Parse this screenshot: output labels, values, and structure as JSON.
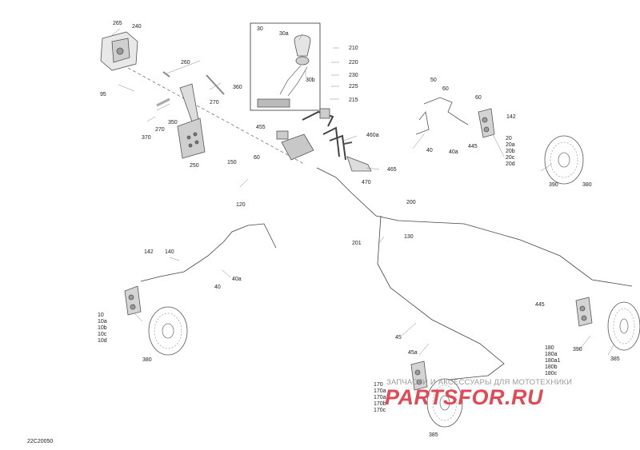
{
  "callouts": [
    {
      "id": "c265",
      "text": "265"
    },
    {
      "id": "c240",
      "text": "240"
    },
    {
      "id": "c95",
      "text": "95"
    },
    {
      "id": "c260",
      "text": "260"
    },
    {
      "id": "c360",
      "text": "360"
    },
    {
      "id": "c270a",
      "text": "270"
    },
    {
      "id": "c350",
      "text": "350"
    },
    {
      "id": "c270b",
      "text": "270"
    },
    {
      "id": "c370",
      "text": "370"
    },
    {
      "id": "c250",
      "text": "250"
    },
    {
      "id": "c30",
      "text": "30"
    },
    {
      "id": "c30a",
      "text": "30a"
    },
    {
      "id": "c30b",
      "text": "30b"
    },
    {
      "id": "c210",
      "text": "210"
    },
    {
      "id": "c220",
      "text": "220"
    },
    {
      "id": "c230",
      "text": "230"
    },
    {
      "id": "c225",
      "text": "225"
    },
    {
      "id": "c215",
      "text": "215"
    },
    {
      "id": "c455",
      "text": "455"
    },
    {
      "id": "c460a",
      "text": "460a"
    },
    {
      "id": "c150",
      "text": "150"
    },
    {
      "id": "c60a",
      "text": "60"
    },
    {
      "id": "c465",
      "text": "465"
    },
    {
      "id": "c470",
      "text": "470"
    },
    {
      "id": "c50",
      "text": "50"
    },
    {
      "id": "c60b",
      "text": "60"
    },
    {
      "id": "c60c",
      "text": "60"
    },
    {
      "id": "c142a",
      "text": "142"
    },
    {
      "id": "c40a_top",
      "text": "40"
    },
    {
      "id": "c40a2_top",
      "text": "40a"
    },
    {
      "id": "c445a",
      "text": "445"
    },
    {
      "id": "c20",
      "text": "20"
    },
    {
      "id": "c20a",
      "text": "20a"
    },
    {
      "id": "c20b",
      "text": "20b"
    },
    {
      "id": "c20c",
      "text": "20c"
    },
    {
      "id": "c20d",
      "text": "20d"
    },
    {
      "id": "c390a",
      "text": "390"
    },
    {
      "id": "c380a",
      "text": "380"
    },
    {
      "id": "c200",
      "text": "200"
    },
    {
      "id": "c120",
      "text": "120"
    },
    {
      "id": "c201",
      "text": "201"
    },
    {
      "id": "c130",
      "text": "130"
    },
    {
      "id": "c142b",
      "text": "142"
    },
    {
      "id": "c140",
      "text": "140"
    },
    {
      "id": "c40a_left",
      "text": "40a"
    },
    {
      "id": "c40_left",
      "text": "40"
    },
    {
      "id": "c10",
      "text": "10"
    },
    {
      "id": "c10a",
      "text": "10a"
    },
    {
      "id": "c10b",
      "text": "10b"
    },
    {
      "id": "c10c",
      "text": "10c"
    },
    {
      "id": "c10d",
      "text": "10d"
    },
    {
      "id": "c380b",
      "text": "380"
    },
    {
      "id": "c445b",
      "text": "445"
    },
    {
      "id": "c180",
      "text": "180"
    },
    {
      "id": "c180a",
      "text": "180a"
    },
    {
      "id": "c180a1",
      "text": "180a1"
    },
    {
      "id": "c180b",
      "text": "180b"
    },
    {
      "id": "c180c",
      "text": "180c"
    },
    {
      "id": "c390b",
      "text": "390"
    },
    {
      "id": "c385a",
      "text": "385"
    },
    {
      "id": "c45",
      "text": "45"
    },
    {
      "id": "c45a",
      "text": "45a"
    },
    {
      "id": "c170",
      "text": "170"
    },
    {
      "id": "c170a",
      "text": "170a"
    },
    {
      "id": "c170a1",
      "text": "170a1"
    },
    {
      "id": "c170b",
      "text": "170b"
    },
    {
      "id": "c170c",
      "text": "170c"
    },
    {
      "id": "c385b",
      "text": "385"
    }
  ],
  "diagram_code": "22C20050",
  "watermark": {
    "text": "ЗАПЧАСТИ И АКСЕССУАРЫ ДЛЯ МОТОТЕХНИКИ",
    "logo": "PARTSFOR.RU",
    "logo_color": "#e14a55"
  }
}
